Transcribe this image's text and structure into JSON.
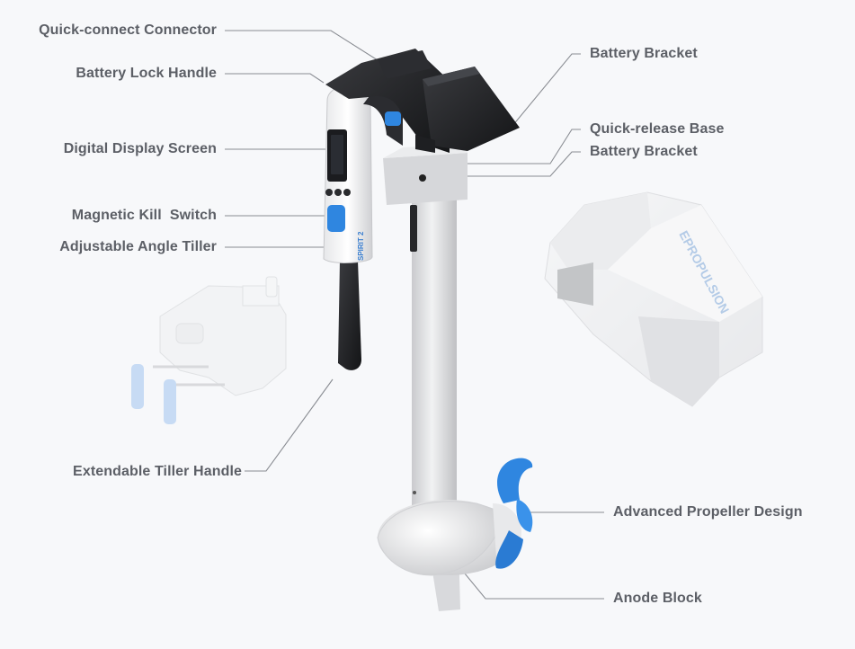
{
  "labels": {
    "quick_connect_connector": "Quick-connect Connector",
    "battery_lock_handle": "Battery Lock Handle",
    "digital_display_screen": "Digital Display Screen",
    "magnetic_kill_switch": "Magnetic Kill  Switch",
    "adjustable_angle_tiller": "Adjustable Angle Tiller",
    "extendable_tiller_handle": "Extendable Tiller Handle",
    "battery_bracket_top": "Battery Bracket",
    "quick_release_base": "Quick-release Base",
    "battery_bracket_lower": "Battery Bracket",
    "advanced_propeller_design": "Advanced Propeller Design",
    "anode_block": "Anode Block"
  },
  "product_text": {
    "tiller_model": "SPIRIT 2",
    "battery_brand": "EPROPULSION"
  },
  "colors": {
    "label_text": "#5c5f66",
    "leader_line": "#8a8d93",
    "accent_blue": "#2f86e0",
    "body_black": "#1e1f22",
    "shaft_grey": "#d9dadc"
  }
}
